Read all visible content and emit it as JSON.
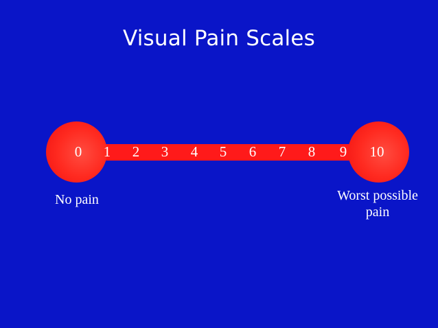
{
  "slide": {
    "title": "Visual Pain Scales"
  },
  "scale": {
    "ticks": [
      "0",
      "1",
      "2",
      "3",
      "4",
      "5",
      "6",
      "7",
      "8",
      "9",
      "10"
    ],
    "min_label": "No pain",
    "max_label_line1": "Worst possible",
    "max_label_line2": "pain"
  },
  "colors": {
    "background": "#0a15c8",
    "scale": "#ff1a1a",
    "text": "#ffffff"
  }
}
